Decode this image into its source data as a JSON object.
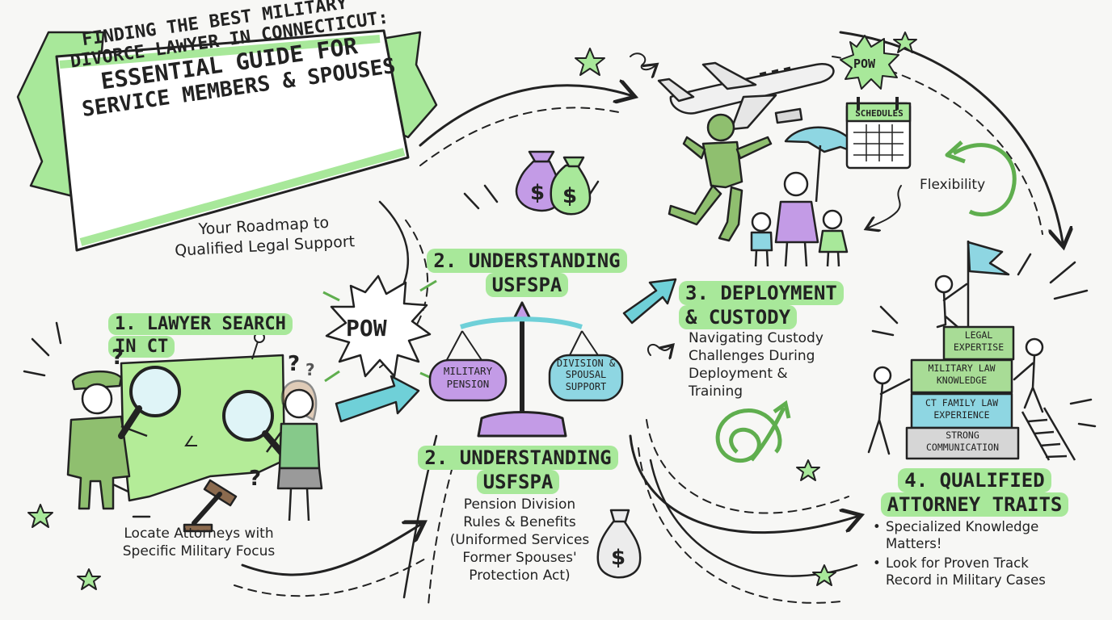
{
  "title": {
    "lines": [
      "FINDING THE BEST MILITARY",
      "DIVORCE LAWYER IN CONNECTICUT:",
      "ESSENTIAL GUIDE FOR",
      "SERVICE MEMBERS & SPOUSES"
    ],
    "subtitle_lines": [
      "Your Roadmap to",
      "Qualified Legal Support"
    ]
  },
  "sections": {
    "lawyer_search": {
      "heading_lines": [
        "1. LAWYER SEARCH",
        "IN CT"
      ],
      "body_lines": [
        "Locate Attorneys with",
        "Specific Military Focus"
      ]
    },
    "usfspa_top": {
      "heading_lines": [
        "2. UNDERSTANDING",
        "USFSPA"
      ]
    },
    "usfspa_bottom": {
      "heading_lines": [
        "2. UNDERSTANDING",
        "USFSPA"
      ],
      "body_lines": [
        "Pension Division",
        "Rules & Benefits",
        "(Uniformed Services",
        "Former Spouses'",
        "Protection Act)"
      ]
    },
    "deployment": {
      "heading_lines": [
        "3. DEPLOYMENT",
        "& CUSTODY"
      ],
      "body_lines": [
        "Navigating Custody",
        "Challenges During",
        "Deployment &",
        "Training"
      ]
    },
    "traits": {
      "heading_lines": [
        "4. QUALIFIED",
        "ATTORNEY TRAITS"
      ],
      "bullets": [
        {
          "lines": [
            "Specialized Knowledge",
            "Matters!"
          ]
        },
        {
          "lines": [
            "Look for Proven Track",
            "Record in Military Cases"
          ]
        }
      ]
    }
  },
  "illustration_labels": {
    "scale_left": [
      "MILITARY",
      "PENSION"
    ],
    "scale_right": [
      "DIVISION &",
      "SPOUSAL",
      "SUPPORT"
    ],
    "schedules": "SCHEDULES",
    "flexibility": "Flexibility",
    "pow": "POW",
    "pow_small": "POW",
    "blocks": [
      {
        "lines": [
          "LEGAL",
          "EXPERTISE"
        ]
      },
      {
        "lines": [
          "MILITARY LAW",
          "KNOWLEDGE"
        ]
      },
      {
        "lines": [
          "CT FAMILY LAW",
          "EXPERIENCE"
        ]
      },
      {
        "lines": [
          "STRONG",
          "COMMUNICATION"
        ]
      }
    ],
    "question_mark": "?",
    "dollar": "$"
  },
  "colors": {
    "green": "#a8e89a",
    "dark_green": "#5fae4e",
    "teal": "#6fd0d8",
    "purple": "#c39be6",
    "ink": "#222222",
    "soldier_green": "#8fbf6f",
    "ct_map": "#b4ec98",
    "block_green": "#a8dc96",
    "block_teal": "#8ed6e2",
    "block_grey": "#d6d6d6",
    "background": "#f7f7f5"
  },
  "icons": [
    "magnifier-icon",
    "gavel-icon",
    "scale-icon",
    "money-bag-icon",
    "airplane-icon",
    "calendar-icon",
    "umbrella-icon",
    "flag-icon",
    "ladder-icon",
    "star-icon",
    "spiral-icon"
  ]
}
